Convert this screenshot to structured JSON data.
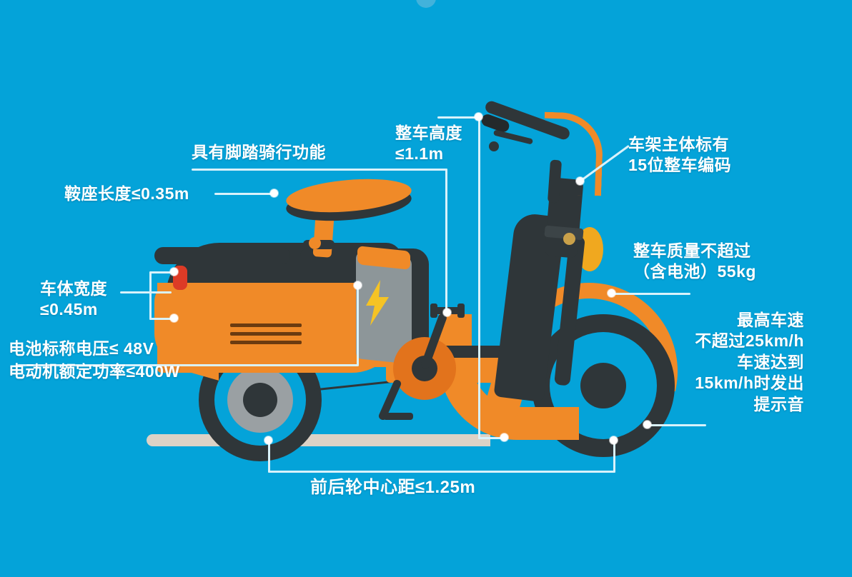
{
  "meta": {
    "title": "电动自行车新国标示意图",
    "background_color": "#04a3d9",
    "accent_orange": "#f08a28",
    "dark_gray": "#2f3639",
    "line_color": "#d9f2fb",
    "ground_color": "#dcd2c6"
  },
  "labels": {
    "pedal_function": "具有脚踏骑行功能",
    "saddle_length": "鞍座长度≤0.35m",
    "vehicle_height": "整车高度\n≤1.1m",
    "frame_code": "车架主体标有\n15位整车编码",
    "body_width": "车体宽度\n≤0.45m",
    "battery_voltage": "电池标称电压≤ 48V",
    "motor_power": "电动机额定功率≤400W",
    "vehicle_mass": "整车质量不超过\n（含电池）55kg",
    "max_speed": "最高车速\n不超过25km/h\n车速达到\n15km/h时发出\n提示音",
    "wheelbase": "前后轮中心距≤1.25m"
  },
  "specs": {
    "saddle_length_m": 0.35,
    "vehicle_height_m": 1.1,
    "body_width_m": 0.45,
    "battery_voltage_v": 48,
    "motor_power_w": 400,
    "vehicle_mass_kg": 55,
    "max_speed_kmh": 25,
    "alert_speed_kmh": 15,
    "wheelbase_m": 1.25,
    "frame_code_digits": 15
  },
  "icons": {
    "battery_bolt": "lightning-bolt-icon",
    "headlight": "headlight-icon",
    "taillight": "taillight-icon"
  }
}
